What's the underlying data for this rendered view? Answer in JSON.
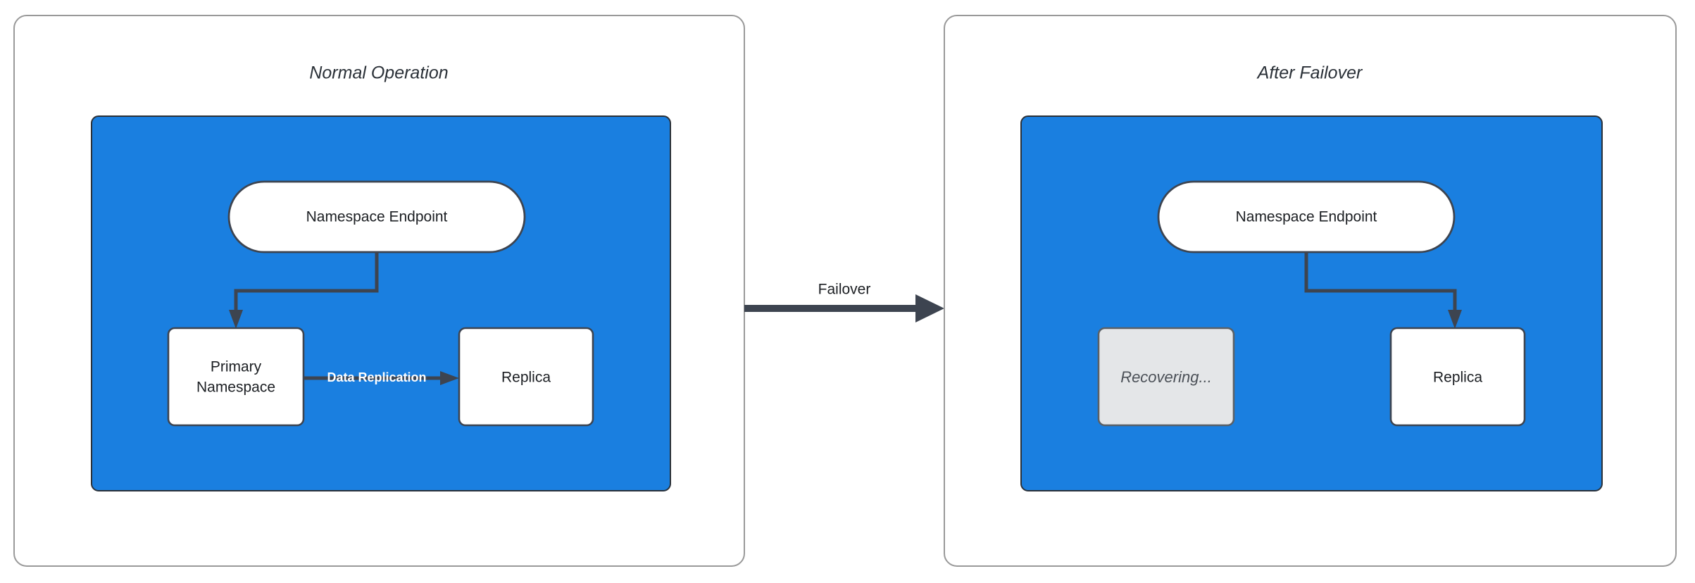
{
  "diagram": {
    "title_hidden": "",
    "colors": {
      "cluster_fill": "#1a7fe0",
      "node_fill": "#ffffff",
      "node_dim_fill": "#e4e6e8",
      "stroke": "#3d4450",
      "panel_border": "#999999",
      "edge_label_white": "#ffffff",
      "canvas": "#ffffff"
    },
    "panels": [
      {
        "id": "normal-operation",
        "title": "Normal Operation",
        "nodes": [
          {
            "id": "endpoint-left",
            "label": "Namespace Endpoint",
            "shape": "stadium",
            "state": "active"
          },
          {
            "id": "primary-namespace",
            "label": "Primary\nNamespace",
            "label_line1": "Primary",
            "label_line2": "Namespace",
            "shape": "rounded-rect",
            "state": "active"
          },
          {
            "id": "replica-left",
            "label": "Replica",
            "shape": "rounded-rect",
            "state": "active"
          }
        ],
        "edges": [
          {
            "id": "endpoint-to-primary",
            "from": "endpoint-left",
            "to": "primary-namespace",
            "label": ""
          },
          {
            "id": "primary-to-replica",
            "from": "primary-namespace",
            "to": "replica-left",
            "label": "Data Replication"
          }
        ]
      },
      {
        "id": "after-failover",
        "title": "After Failover",
        "nodes": [
          {
            "id": "endpoint-right",
            "label": "Namespace Endpoint",
            "shape": "stadium",
            "state": "active"
          },
          {
            "id": "recovering-namespace",
            "label": "Recovering...",
            "shape": "rounded-rect",
            "state": "dimmed"
          },
          {
            "id": "replica-right",
            "label": "Replica",
            "shape": "rounded-rect",
            "state": "active"
          }
        ],
        "edges": [
          {
            "id": "endpoint-to-replica",
            "from": "endpoint-right",
            "to": "replica-right",
            "label": ""
          }
        ]
      }
    ],
    "transition": {
      "id": "failover-transition",
      "label": "Failover",
      "from_panel": "normal-operation",
      "to_panel": "after-failover"
    }
  }
}
